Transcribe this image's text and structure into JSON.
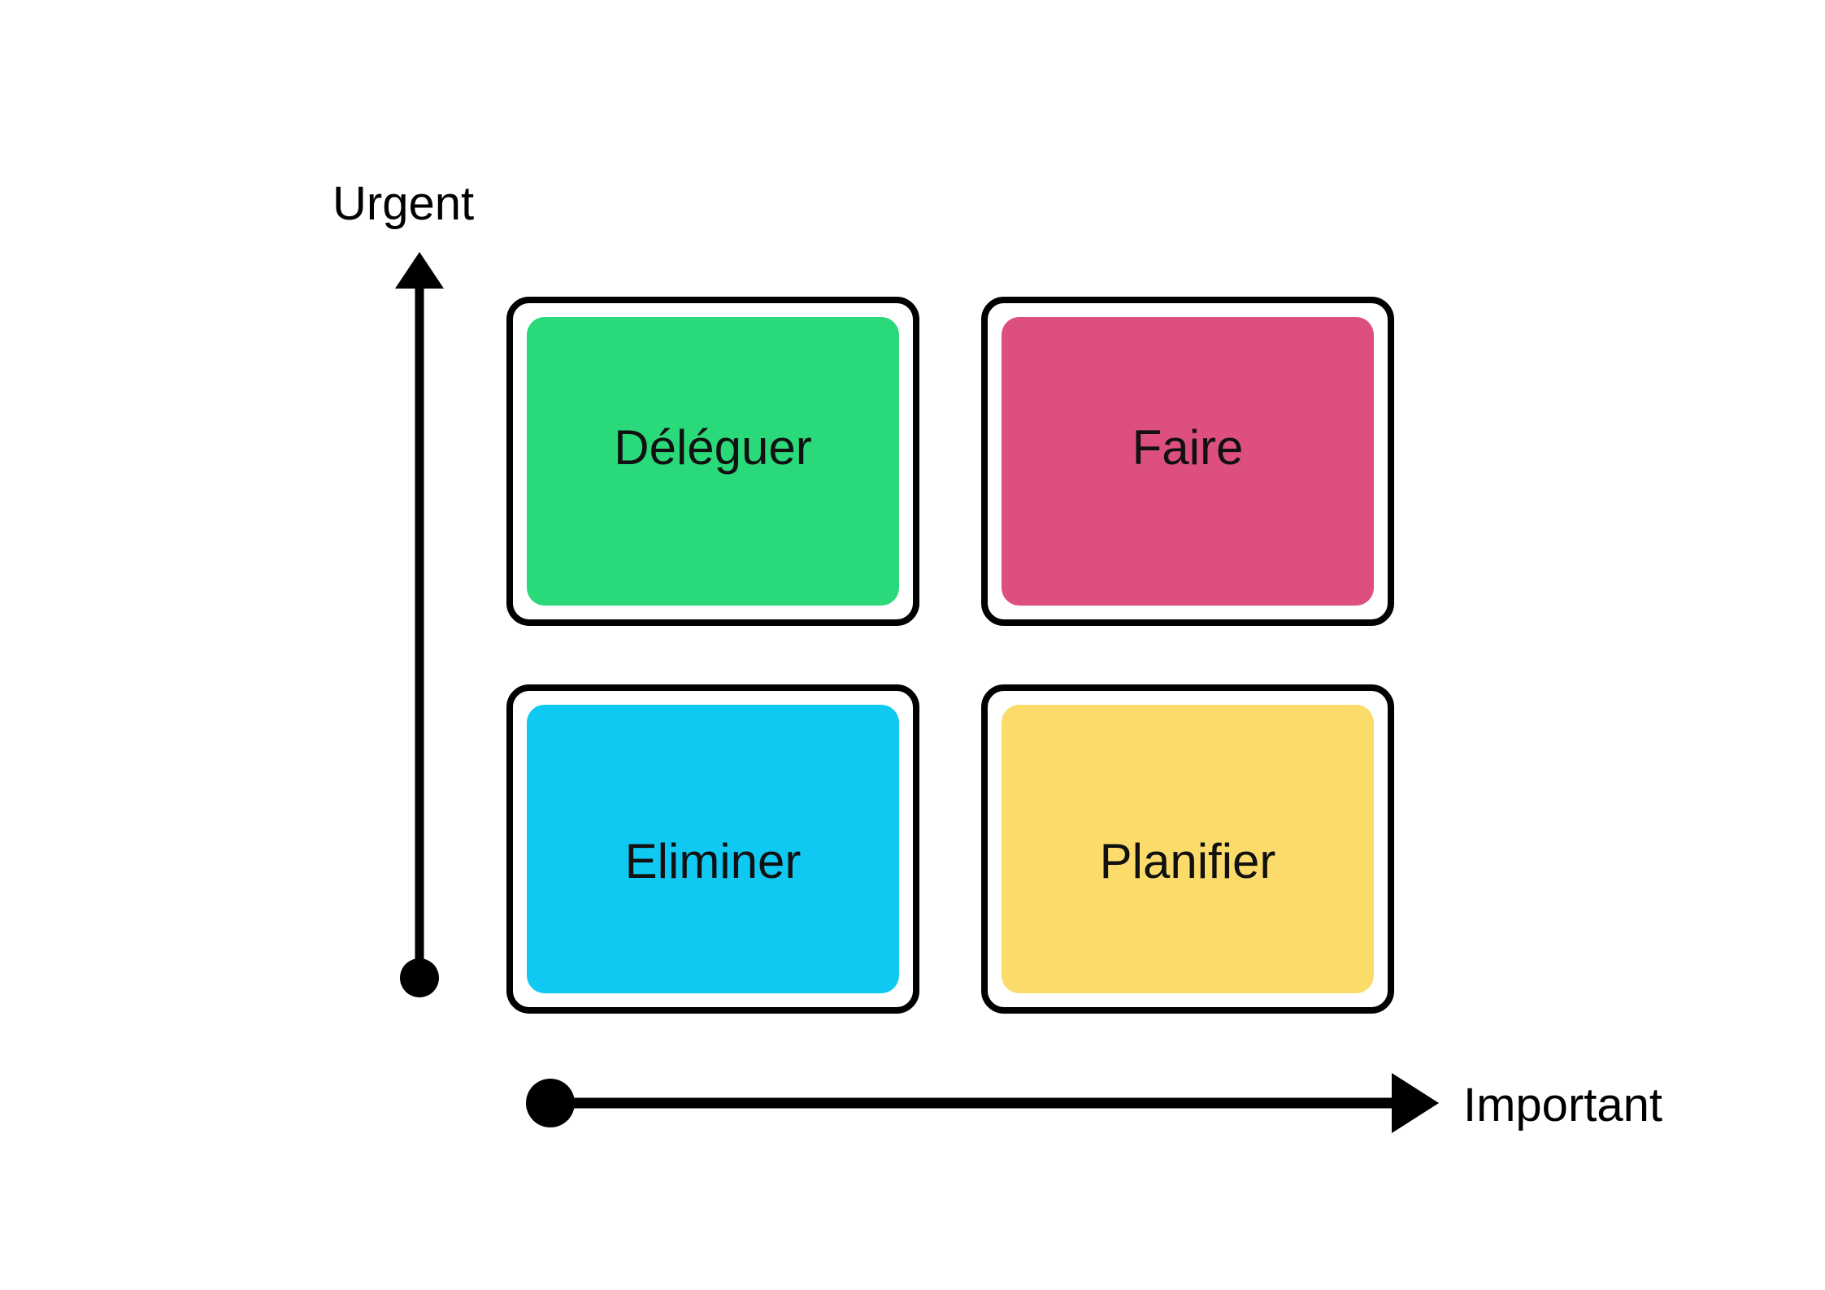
{
  "axes": {
    "y_label": "Urgent",
    "x_label": "Important"
  },
  "quadrants": [
    {
      "key": "delegate",
      "label": "Déléguer",
      "color": "#2ad97a"
    },
    {
      "key": "do",
      "label": "Faire",
      "color": "#dd4f81"
    },
    {
      "key": "eliminate",
      "label": "Eliminer",
      "color": "#10c9f2"
    },
    {
      "key": "plan",
      "label": "Planifier",
      "color": "#fbdc6b"
    }
  ],
  "colors": {
    "axis": "#000000",
    "border": "#000000",
    "background": "#ffffff"
  }
}
